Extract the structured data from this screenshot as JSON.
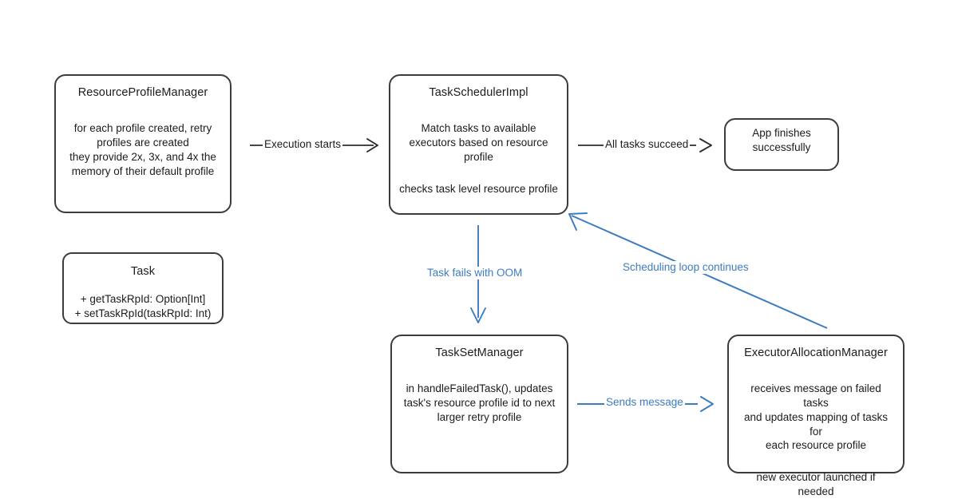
{
  "diagram": {
    "type": "flow-diagram",
    "background": "#ffffff",
    "colors": {
      "node_border": "#3c3c3c",
      "node_text": "#1c1c1c",
      "dark_edge": "#2b2b2b",
      "blue_edge": "#3e7cc0",
      "blue_label": "#3e7cc0"
    },
    "nodes": [
      {
        "id": "resource-profile-manager",
        "title": "ResourceProfileManager",
        "body": "for each profile created, retry\nprofiles are created\nthey provide 2x, 3x, and 4x the\nmemory of their default profile"
      },
      {
        "id": "task",
        "title": "Task",
        "body": "+ getTaskRpId: Option[Int]\n+ setTaskRpId(taskRpId: Int)"
      },
      {
        "id": "task-scheduler-impl",
        "title": "TaskSchedulerImpl",
        "body1": "Match tasks to available\nexecutors based on resource\nprofile",
        "body2": "checks task level resource profile"
      },
      {
        "id": "app-finishes",
        "title": "",
        "body": "App finishes\nsuccessfully"
      },
      {
        "id": "task-set-manager",
        "title": "TaskSetManager",
        "body": "in handleFailedTask(), updates\ntask's resource profile id to next\nlarger retry profile"
      },
      {
        "id": "executor-allocation-manager",
        "title": "ExecutorAllocationManager",
        "body1": "receives message on failed tasks\nand updates mapping of tasks for\neach resource profile",
        "body2": "new executor launched if needed"
      }
    ],
    "edges": [
      {
        "id": "execution-starts",
        "label": "Execution starts",
        "from": "resource-profile-manager",
        "to": "task-scheduler-impl",
        "color": "#2b2b2b",
        "style": "solid-arrow"
      },
      {
        "id": "all-tasks-succeed",
        "label": "All tasks succeed",
        "from": "task-scheduler-impl",
        "to": "app-finishes",
        "color": "#2b2b2b",
        "style": "solid-arrow"
      },
      {
        "id": "task-fails-with-oom",
        "label": "Task fails with OOM",
        "from": "task-scheduler-impl",
        "to": "task-set-manager",
        "color": "#3e7cc0",
        "style": "solid-arrow"
      },
      {
        "id": "sends-message",
        "label": "Sends message",
        "from": "task-set-manager",
        "to": "executor-allocation-manager",
        "color": "#3e7cc0",
        "style": "solid-arrow"
      },
      {
        "id": "scheduling-loop-continues",
        "label": "Scheduling loop continues",
        "from": "executor-allocation-manager",
        "to": "task-scheduler-impl",
        "color": "#3e7cc0",
        "style": "solid-arrow-diagonal"
      }
    ]
  }
}
